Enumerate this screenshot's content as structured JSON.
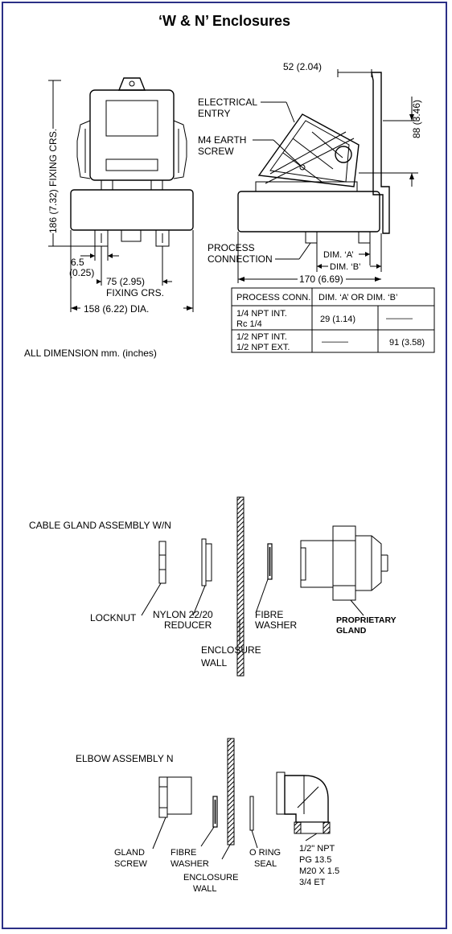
{
  "title": "‘W & N’ Enclosures",
  "front_view": {
    "fixing_crs_vertical": "186 (7.32) FIXING CRS.",
    "offset": "6.5",
    "offset_in": "(0.25)",
    "fixing_crs_horizontal": "75 (2.95)",
    "fixing_crs_label": "FIXING CRS.",
    "diameter": "158 (6.22) DIA."
  },
  "side_view": {
    "top_dim": "52 (2.04)",
    "height_dim": "88 (3.46)",
    "electrical_entry_1": "ELECTRICAL",
    "electrical_entry_2": "ENTRY",
    "earth_screw_1": "M4 EARTH",
    "earth_screw_2": "SCREW",
    "process_connection_1": "PROCESS",
    "process_connection_2": "CONNECTION",
    "dim_a": "DIM. ‘A’",
    "dim_b": "DIM. ‘B’",
    "overall_width": "170 (6.69)"
  },
  "table": {
    "headers": [
      "PROCESS CONN.",
      "DIM. ‘A’ OR DIM. ‘B’"
    ],
    "rows": [
      {
        "conn_1": "1/4 NPT INT.",
        "conn_2": "Rc 1/4",
        "a": "29 (1.14)",
        "b": "———"
      },
      {
        "conn_1": "1/2 NPT INT.",
        "conn_2": "1/2 NPT EXT.",
        "a": "———",
        "b": "91 (3.58)"
      }
    ]
  },
  "dimensions_note": "ALL DIMENSION mm. (inches)",
  "cable_gland": {
    "heading": "CABLE GLAND  ASSEMBLY W/N",
    "locknut": "LOCKNUT",
    "reducer_1": "NYLON 22/20",
    "reducer_2": "REDUCER",
    "washer_1": "FIBRE",
    "washer_2": "WASHER",
    "wall_1": "ENCLOSURE",
    "wall_2": "WALL",
    "gland_1": "PROPRIETARY",
    "gland_2": "GLAND"
  },
  "elbow": {
    "heading": "ELBOW ASSEMBLY N",
    "gland_screw_1": "GLAND",
    "gland_screw_2": "SCREW",
    "washer_1": "FIBRE",
    "washer_2": "WASHER",
    "wall_1": "ENCLOSURE",
    "wall_2": "WALL",
    "seal_1": "O RING",
    "seal_2": "SEAL",
    "thread_1": "1/2\" NPT",
    "thread_2": "PG 13.5",
    "thread_3": "M20 X 1.5",
    "thread_4": "3/4 ET"
  },
  "colors": {
    "border": "#2b2f86"
  }
}
